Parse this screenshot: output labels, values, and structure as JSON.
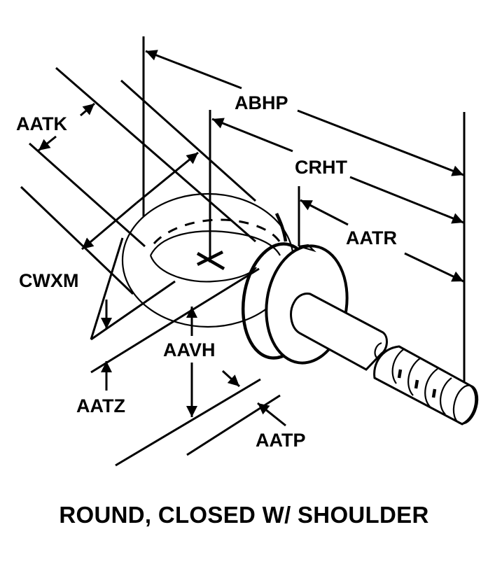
{
  "diagram": {
    "caption": "ROUND, CLOSED W/ SHOULDER",
    "labels": {
      "abhp": "ABHP",
      "crht": "CRHT",
      "aatr": "AATR",
      "aatk": "AATK",
      "cwxm": "CWXM",
      "aavh": "AAVH",
      "aatz": "AATZ",
      "aatp": "AATP"
    },
    "colors": {
      "line": "#000000",
      "background": "#ffffff"
    }
  }
}
